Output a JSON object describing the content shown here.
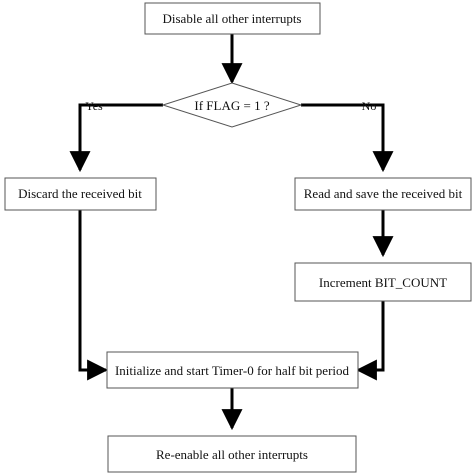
{
  "flowchart": {
    "step_disable": "Disable all other interrupts",
    "decision": "If FLAG = 1 ?",
    "yes_label": "Yes",
    "no_label": "No",
    "step_discard": "Discard the received bit",
    "step_read_save": "Read and save the received bit",
    "step_increment": "Increment BIT_COUNT",
    "step_timer": "Initialize and start Timer-0 for half bit period",
    "step_reenable": "Re-enable all other interrupts"
  }
}
